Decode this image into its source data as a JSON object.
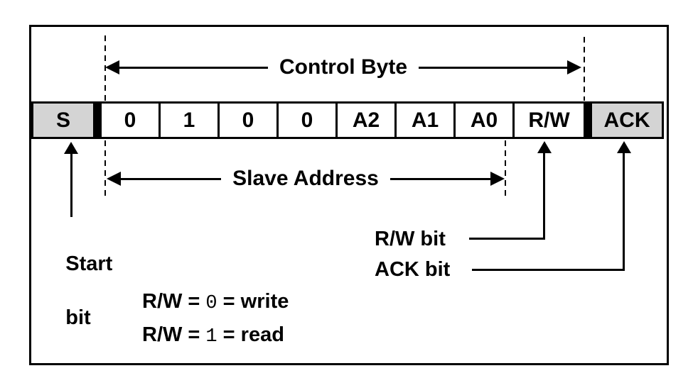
{
  "figure": {
    "control_byte": {
      "label": "Control Byte"
    },
    "slave_address": {
      "label": "Slave Address"
    },
    "byte_row": {
      "cells": [
        {
          "label": "S"
        },
        {
          "label": "0"
        },
        {
          "label": "1"
        },
        {
          "label": "0"
        },
        {
          "label": "0"
        },
        {
          "label": "A2"
        },
        {
          "label": "A1"
        },
        {
          "label": "A0"
        },
        {
          "label": "R/W"
        },
        {
          "label": "ACK"
        }
      ]
    },
    "callouts": {
      "start_bit_line1": "Start",
      "start_bit_line2": "bit",
      "rw_bit": "R/W bit",
      "ack_bit": "ACK bit"
    },
    "legend": {
      "line1": {
        "prefix": "R/W = ",
        "value": "0",
        "suffix": " = write"
      },
      "line2": {
        "prefix": "R/W = ",
        "value": "1",
        "suffix": " = read"
      }
    },
    "colors": {
      "shaded_cell": "#d4d4d4",
      "ink": "#000000"
    }
  }
}
